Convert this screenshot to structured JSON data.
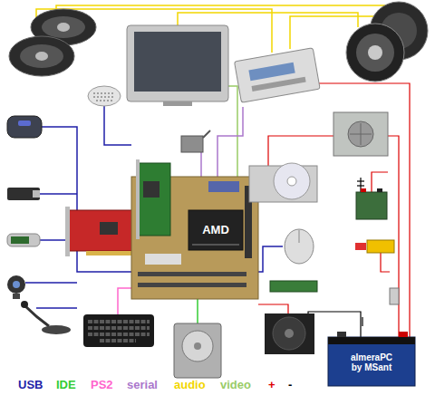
{
  "diagram": {
    "labels": [
      "AMD",
      "almeraPC by MSant"
    ],
    "legend": [
      {
        "text": "USB",
        "color": "#1f1fa8"
      },
      {
        "text": "IDE",
        "color": "#33cc33"
      },
      {
        "text": "PS2",
        "color": "#ff66cc"
      },
      {
        "text": "serial",
        "color": "#aa77cc"
      },
      {
        "text": "audio",
        "color": "#f2d600"
      },
      {
        "text": "video",
        "color": "#99cc66"
      },
      {
        "text": "+",
        "color": "#dd0000"
      },
      {
        "text": "-",
        "color": "#000000"
      }
    ]
  }
}
